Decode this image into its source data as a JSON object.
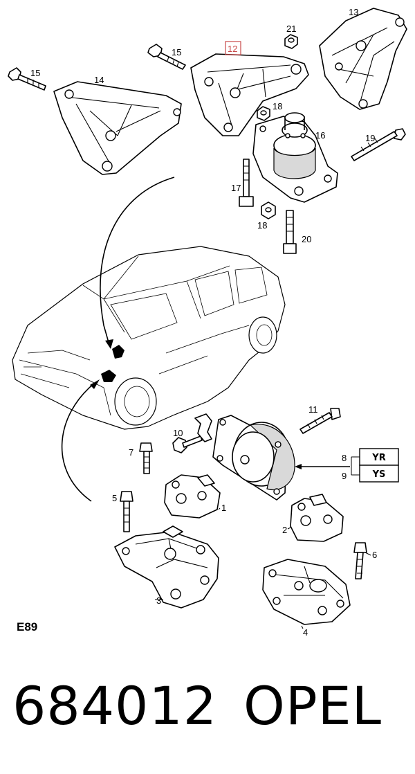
{
  "diagram": {
    "code": "E89",
    "callouts": {
      "p1": "1",
      "p2": "2",
      "p3": "3",
      "p4": "4",
      "p5": "5",
      "p6": "6",
      "p7": "7",
      "p8": "8",
      "p9": "9",
      "p10": "10",
      "p11": "11",
      "p12": "12",
      "p13": "13",
      "p14": "14",
      "p15a": "15",
      "p15b": "15",
      "p16": "16",
      "p17": "17",
      "p18a": "18",
      "p18b": "18",
      "p19": "19",
      "p20": "20",
      "p21": "21"
    },
    "variant_codes": [
      "YR",
      "YS"
    ],
    "highlight_color": "#e8a0a0"
  },
  "footer": {
    "part_number": "684012",
    "brand": "OPEL"
  }
}
